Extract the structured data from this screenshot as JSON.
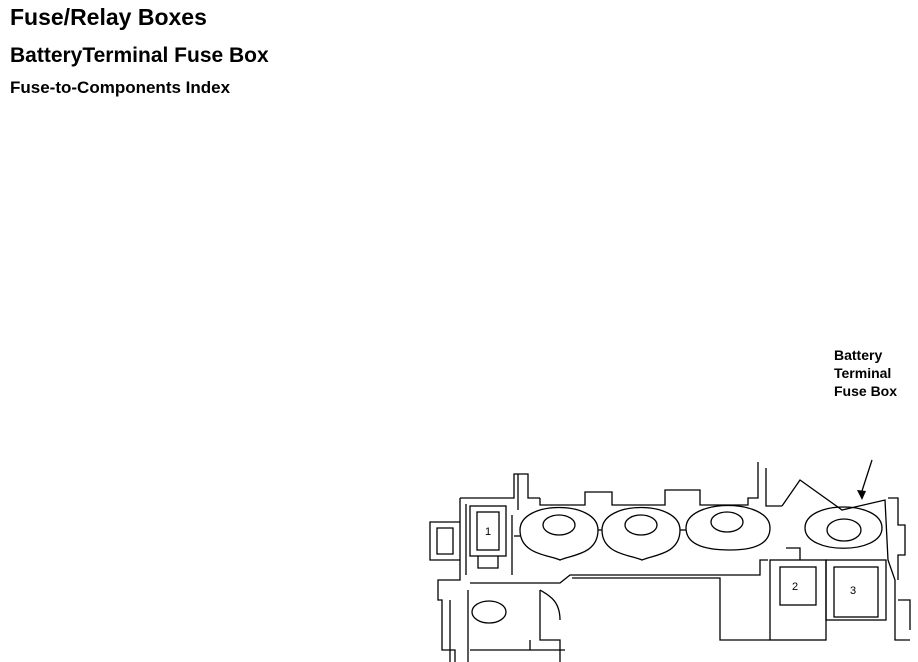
{
  "heading": {
    "title": "Fuse/Relay Boxes",
    "subtitle": "BatteryTerminal Fuse Box",
    "section": "Fuse-to-Components Index"
  },
  "diagram": {
    "callout_lines": [
      "Battery",
      "Terminal",
      "Fuse Box"
    ],
    "fuse_labels": [
      "1",
      "2",
      "3"
    ]
  }
}
